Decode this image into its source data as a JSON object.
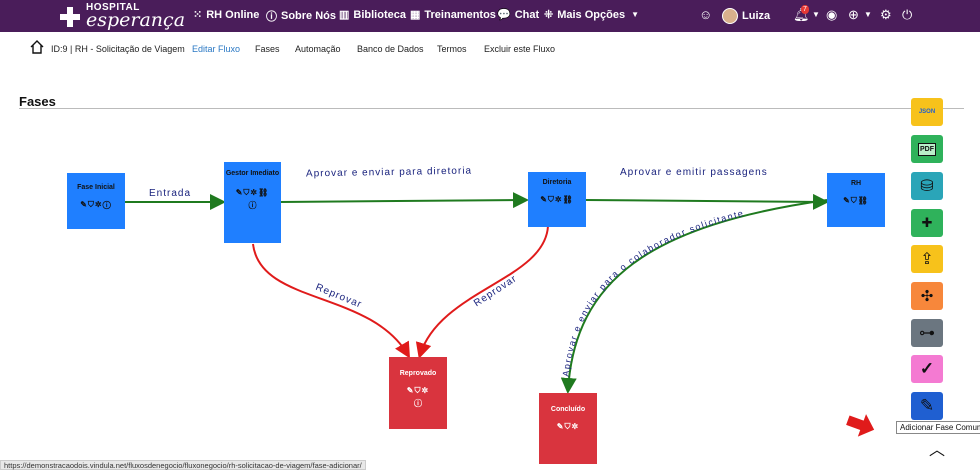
{
  "topbar": {
    "logo_line1": "HOSPITAL",
    "logo_line2": "esperança",
    "nav": [
      {
        "icon": "grid-icon",
        "glyph": "⁙",
        "label": "RH Online"
      },
      {
        "icon": "info-icon",
        "glyph": "ⓘ",
        "label": "Sobre Nós"
      },
      {
        "icon": "library-icon",
        "glyph": "▥",
        "label": "Biblioteca"
      },
      {
        "icon": "training-icon",
        "glyph": "▦",
        "label": "Treinamentos"
      },
      {
        "icon": "chat-icon",
        "glyph": "💬",
        "label": "Chat"
      },
      {
        "icon": "apps-icon",
        "glyph": "⁜",
        "label": "Mais Opções"
      }
    ],
    "user_name": "Luiza",
    "notification_count": "7",
    "colors": {
      "bar": "#4a1d5a"
    }
  },
  "subnav": {
    "title": "ID:9 | RH - Solicitação de Viagem",
    "tabs": [
      "Editar Fluxo",
      "Fases",
      "Automação",
      "Banco de Dados",
      "Termos",
      "Excluir este Fluxo"
    ],
    "active_tab": "Editar Fluxo"
  },
  "page": {
    "heading": "Fases"
  },
  "nodes": [
    {
      "id": "fase-inicial",
      "title": "Fase Inicial",
      "tools": "✎⛉✲ⓘ",
      "tools2": "",
      "color": "blue"
    },
    {
      "id": "gestor-imediato",
      "title": "Gestor Imediato",
      "tools": "✎⛉✲⛓",
      "tools2": "ⓘ",
      "color": "blue"
    },
    {
      "id": "diretoria",
      "title": "Diretoria",
      "tools": "✎⛉✲⛓",
      "tools2": "",
      "color": "blue"
    },
    {
      "id": "rh",
      "title": "RH",
      "tools": "✎⛉⛓",
      "tools2": "",
      "color": "blue"
    },
    {
      "id": "reprovado",
      "title": "Reprovado",
      "tools": "✎⛉✲",
      "tools2": "ⓘ",
      "color": "red"
    },
    {
      "id": "concluido",
      "title": "Concluído",
      "tools": "✎⛉✲",
      "tools2": "",
      "color": "red"
    }
  ],
  "edge_labels": {
    "entrada": "Entrada",
    "aprovar_diretoria": "Aprovar e enviar para diretoria",
    "aprovar_passagens": "Aprovar e emitir passagens",
    "reprovar_1": "Reprovar",
    "reprovar_2": "Reprovar",
    "aprovar_colaborador": "Aprovar e enviar para o colaborador solicitante"
  },
  "toolbar": {
    "buttons": [
      {
        "name": "json-button",
        "label": "JSON",
        "color": "#f7c21b"
      },
      {
        "name": "pdf-button",
        "label": "PDF",
        "color": "#2fb25b"
      },
      {
        "name": "database-button",
        "label": "⛁",
        "color": "#2aa5b8"
      },
      {
        "name": "add-file-button",
        "label": "✚",
        "color": "#2fb25b"
      },
      {
        "name": "share-button",
        "label": "⇪",
        "color": "#f7c21b"
      },
      {
        "name": "network-button",
        "label": "✣",
        "color": "#f7873b"
      },
      {
        "name": "flow-button",
        "label": "⊶",
        "color": "#6b7680"
      },
      {
        "name": "check-button",
        "label": "✓",
        "color": "#f47ad2"
      },
      {
        "name": "add-phase-button",
        "label": "✎",
        "color": "#1f5fd1"
      }
    ],
    "tooltip": "Adicionar Fase Comum"
  },
  "status_bar": {
    "url": "https://demonstracaodois.vindula.net/fluxosdenegocio/fluxonegocio/rh-solicitacao-de-viagem/fase-adicionar/"
  }
}
